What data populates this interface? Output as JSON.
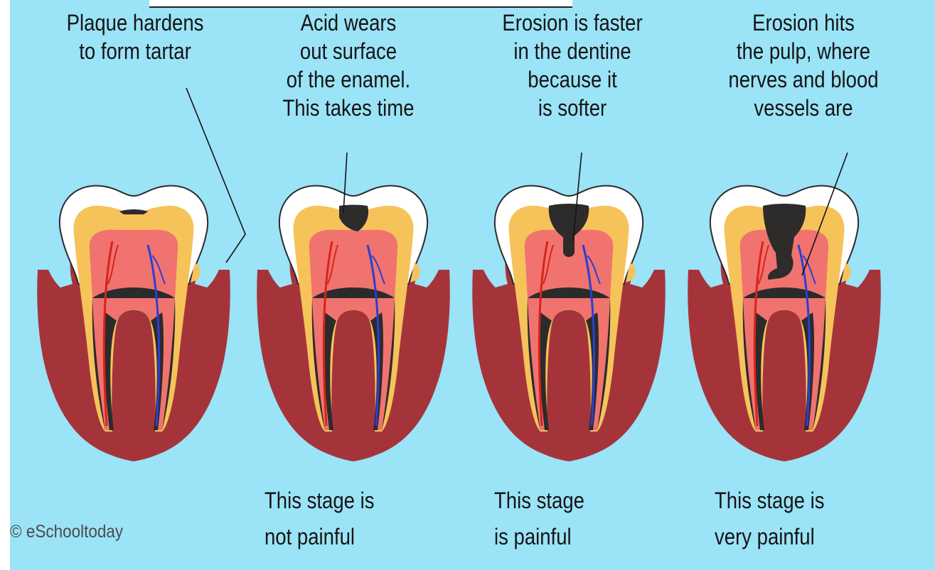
{
  "captions": [
    "Plaque hardens\nto form tartar",
    "Acid wears\nout surface\nof the enamel.\nThis takes time",
    "Erosion is faster\nin the dentine\nbecause it\nis softer",
    "Erosion hits\nthe pulp, where\nnerves and blood\nvessels are"
  ],
  "stage_notes": [
    "This stage is\nnot painful",
    "This stage\nis painful",
    "This stage is\nvery painful"
  ],
  "credit": "© eSchooltoday",
  "colors": {
    "background": "#9be3f7",
    "gum": "#a5343a",
    "enamel": "#ffffff",
    "dentine": "#f6c35a",
    "pulp": "#f0736f",
    "root_canal": "#2b2b2b",
    "decay": "#2e2b2b"
  }
}
